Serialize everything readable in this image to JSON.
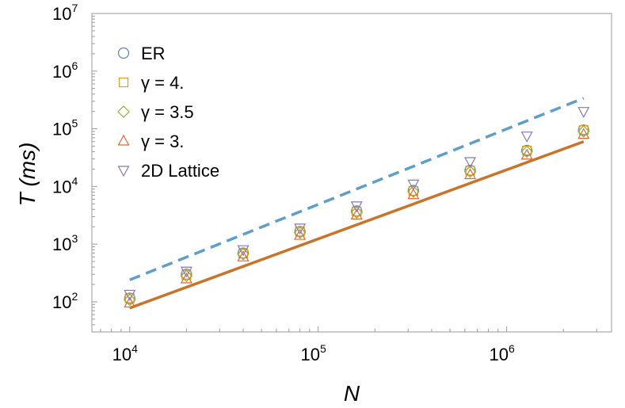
{
  "chart_data": {
    "type": "scatter",
    "xlabel": "N",
    "ylabel": "T (ms)",
    "xscale": "log",
    "yscale": "log",
    "xlim": [
      6300,
      3600000
    ],
    "ylim": [
      30,
      10000000
    ],
    "x_ticks": [
      {
        "base": "10",
        "exp": "4",
        "value": 10000
      },
      {
        "base": "10",
        "exp": "5",
        "value": 100000
      },
      {
        "base": "10",
        "exp": "6",
        "value": 1000000
      }
    ],
    "y_ticks": [
      {
        "base": "10",
        "exp": "2",
        "value": 100
      },
      {
        "base": "10",
        "exp": "3",
        "value": 1000
      },
      {
        "base": "10",
        "exp": "4",
        "value": 10000
      },
      {
        "base": "10",
        "exp": "5",
        "value": 100000
      },
      {
        "base": "10",
        "exp": "6",
        "value": 1000000
      },
      {
        "base": "10",
        "exp": "7",
        "value": 10000000
      }
    ],
    "grid": false,
    "legend_position": "top-left",
    "x": [
      10000,
      20000,
      40000,
      80000,
      160000,
      320000,
      640000,
      1280000,
      2560000
    ],
    "series": [
      {
        "name": "ER",
        "marker": "circle",
        "color": "#5e81b5",
        "values": [
          115,
          300,
          700,
          1650,
          3750,
          8500,
          19000,
          42000,
          95000
        ]
      },
      {
        "name": "γ = 4.",
        "marker": "square",
        "color": "#e19c24",
        "values": [
          115,
          295,
          690,
          1650,
          3700,
          8400,
          18800,
          42000,
          95000
        ]
      },
      {
        "name": "γ = 3.5",
        "marker": "diamond",
        "color": "#8fb032",
        "values": [
          108,
          280,
          670,
          1580,
          3550,
          8100,
          18000,
          40000,
          90000
        ]
      },
      {
        "name": "γ = 3.",
        "marker": "triangle-up",
        "color": "#eb6235",
        "values": [
          95,
          250,
          600,
          1420,
          3200,
          7200,
          16000,
          35000,
          80000
        ]
      },
      {
        "name": "2D Lattice",
        "marker": "triangle-down",
        "color": "#8778b3",
        "values": [
          135,
          340,
          800,
          1900,
          4600,
          11000,
          27000,
          75000,
          200000
        ]
      }
    ],
    "lines": [
      {
        "style": "dashed",
        "color": "#5e9ec8",
        "x": [
          10000,
          2560000
        ],
        "values": [
          240,
          340000
        ]
      },
      {
        "style": "solid",
        "color": "#c8742a",
        "x": [
          10000,
          2560000
        ],
        "values": [
          78,
          60000
        ]
      }
    ]
  }
}
